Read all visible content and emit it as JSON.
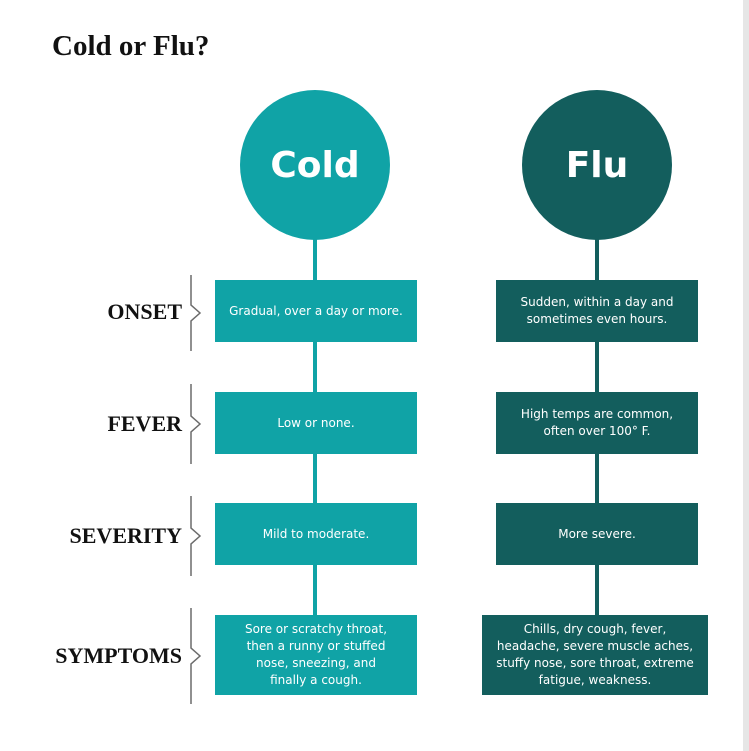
{
  "title": "Cold or Flu?",
  "colors": {
    "cold": "#10a3a6",
    "flu": "#135e5d",
    "bracket": "#6b6b6b",
    "text": "#111111"
  },
  "columns": {
    "cold": {
      "label": "Cold",
      "cells": [
        "Gradual, over a day or more.",
        "Low or none.",
        "Mild to moderate.",
        "Sore or scratchy throat, then a runny or stuffed nose, sneezing, and finally a cough."
      ]
    },
    "flu": {
      "label": "Flu",
      "cells": [
        "Sudden, within a day and sometimes even hours.",
        "High temps are common, often over 100° F.",
        "More severe.",
        "Chills, dry cough, fever, headache, severe muscle aches, stuffy nose, sore throat, extreme fatigue, weakness."
      ]
    }
  },
  "rows": [
    "ONSET",
    "FEVER",
    "SEVERITY",
    "SYMPTOMS"
  ]
}
